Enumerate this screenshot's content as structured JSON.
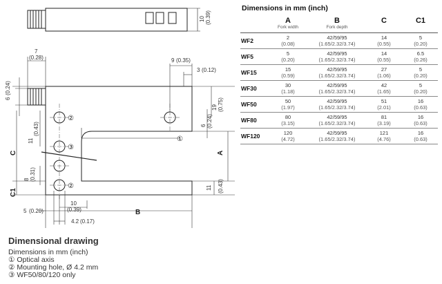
{
  "drawing": {
    "dims": {
      "d7": "7",
      "d7_in": "(0.28)",
      "d6": "6",
      "d6_in": "(0.24)",
      "d10_side": "10",
      "d10_side_in": "(0.39)",
      "d9": "9",
      "d9_in": "(0.35)",
      "d3": "3",
      "d3_in": "(0.12)",
      "d19": "19",
      "d19_in": "(0.75)",
      "d6b": "6",
      "d6b_in": "(0.24)",
      "d11": "11",
      "d11_in": "(0.43)",
      "d8": "8",
      "d8_in": "(0.31)",
      "d11b": "11",
      "d11b_in": "(0.43)",
      "d5": "5",
      "d5_in": "(0.20)",
      "d10b": "10",
      "d10b_in": "(0.39)",
      "d42": "4.2",
      "d42_in": "(0.17)"
    },
    "labels": {
      "C": "C",
      "C1": "C1",
      "A": "A",
      "B": "B",
      "marker1": "①",
      "marker2": "②",
      "marker3": "③"
    }
  },
  "table": {
    "title": "Dimensions in mm (inch)",
    "headers": [
      "",
      "A",
      "B",
      "C",
      "C1"
    ],
    "subheaders": [
      "",
      "Fork width",
      "Fork depth",
      "",
      ""
    ],
    "rows": [
      {
        "model": "WF2",
        "a": "2",
        "a_in": "(0.08)",
        "b": "42/59/95",
        "b_in": "(1.65/2.32/3.74)",
        "c": "14",
        "c_in": "(0.55)",
        "c1": "5",
        "c1_in": "(0.20)"
      },
      {
        "model": "WF5",
        "a": "5",
        "a_in": "(0.20)",
        "b": "42/59/95",
        "b_in": "(1.65/2.32/3.74)",
        "c": "14",
        "c_in": "(0.55)",
        "c1": "6.5",
        "c1_in": "(0.26)"
      },
      {
        "model": "WF15",
        "a": "15",
        "a_in": "(0.59)",
        "b": "42/59/95",
        "b_in": "(1.65/2.32/3.74)",
        "c": "27",
        "c_in": "(1.06)",
        "c1": "5",
        "c1_in": "(0.20)"
      },
      {
        "model": "WF30",
        "a": "30",
        "a_in": "(1.18)",
        "b": "42/59/95",
        "b_in": "(1.65/2.32/3.74)",
        "c": "42",
        "c_in": "(1.65)",
        "c1": "5",
        "c1_in": "(0.20)"
      },
      {
        "model": "WF50",
        "a": "50",
        "a_in": "(1.97)",
        "b": "42/59/95",
        "b_in": "(1.65/2.32/3.74)",
        "c": "51",
        "c_in": "(2.01)",
        "c1": "16",
        "c1_in": "(0.63)"
      },
      {
        "model": "WF80",
        "a": "80",
        "a_in": "(3.15)",
        "b": "42/59/95",
        "b_in": "(1.65/2.32/3.74)",
        "c": "81",
        "c_in": "(3.19)",
        "c1": "16",
        "c1_in": "(0.63)"
      },
      {
        "model": "WF120",
        "a": "120",
        "a_in": "(4.72)",
        "b": "42/59/95",
        "b_in": "(1.65/2.32/3.74)",
        "c": "121",
        "c_in": "(4.76)",
        "c1": "16",
        "c1_in": "(0.63)"
      }
    ]
  },
  "caption": {
    "title": "Dimensional drawing",
    "lines": [
      "Dimensions in mm (inch)",
      "① Optical axis",
      "② Mounting hole, Ø 4.2 mm",
      "③ WF50/80/120 only"
    ]
  }
}
